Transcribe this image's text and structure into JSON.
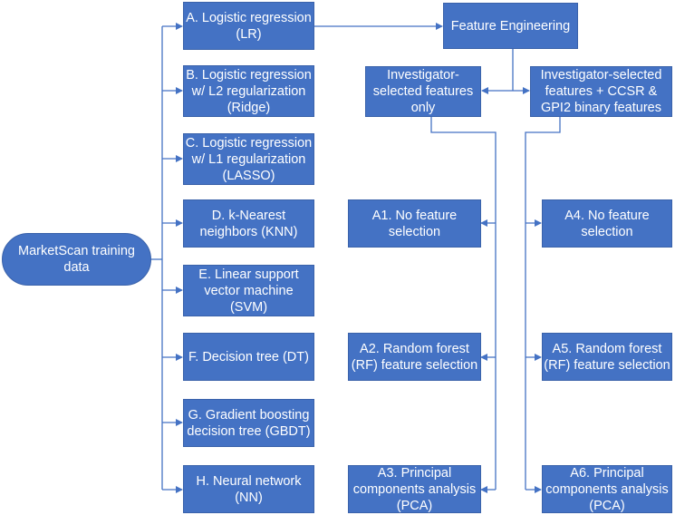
{
  "root": {
    "label": "MarketScan training\ndata"
  },
  "models": [
    {
      "label": "A. Logistic regression\n(LR)"
    },
    {
      "label": "B. Logistic regression\nw/ L2 regularization\n(Ridge)"
    },
    {
      "label": "C. Logistic regression\nw/ L1 regularization\n(LASSO)"
    },
    {
      "label": "D. k-Nearest\nneighbors (KNN)"
    },
    {
      "label": "E. Linear support\nvector machine\n(SVM)"
    },
    {
      "label": "F. Decision tree (DT)"
    },
    {
      "label": "G. Gradient boosting\ndecision tree (GBDT)"
    },
    {
      "label": "H. Neural network\n(NN)"
    }
  ],
  "feature_engineering": {
    "label": "Feature Engineering"
  },
  "feature_sets": {
    "left": {
      "label": "Investigator-\nselected features\nonly"
    },
    "right": {
      "label": "Investigator-selected\nfeatures + CCSR &\nGPI2 binary features"
    }
  },
  "selection_left": [
    {
      "label": "A1. No feature\nselection"
    },
    {
      "label": "A2. Random forest\n(RF) feature selection"
    },
    {
      "label": "A3. Principal\ncomponents analysis\n(PCA)"
    }
  ],
  "selection_right": [
    {
      "label": "A4. No feature\nselection"
    },
    {
      "label": "A5. Random forest\n(RF) feature selection"
    },
    {
      "label": "A6. Principal\ncomponents analysis\n(PCA)"
    }
  ],
  "colors": {
    "box_fill": "#4472c4",
    "text": "#ffffff",
    "connector": "#4472c4"
  }
}
